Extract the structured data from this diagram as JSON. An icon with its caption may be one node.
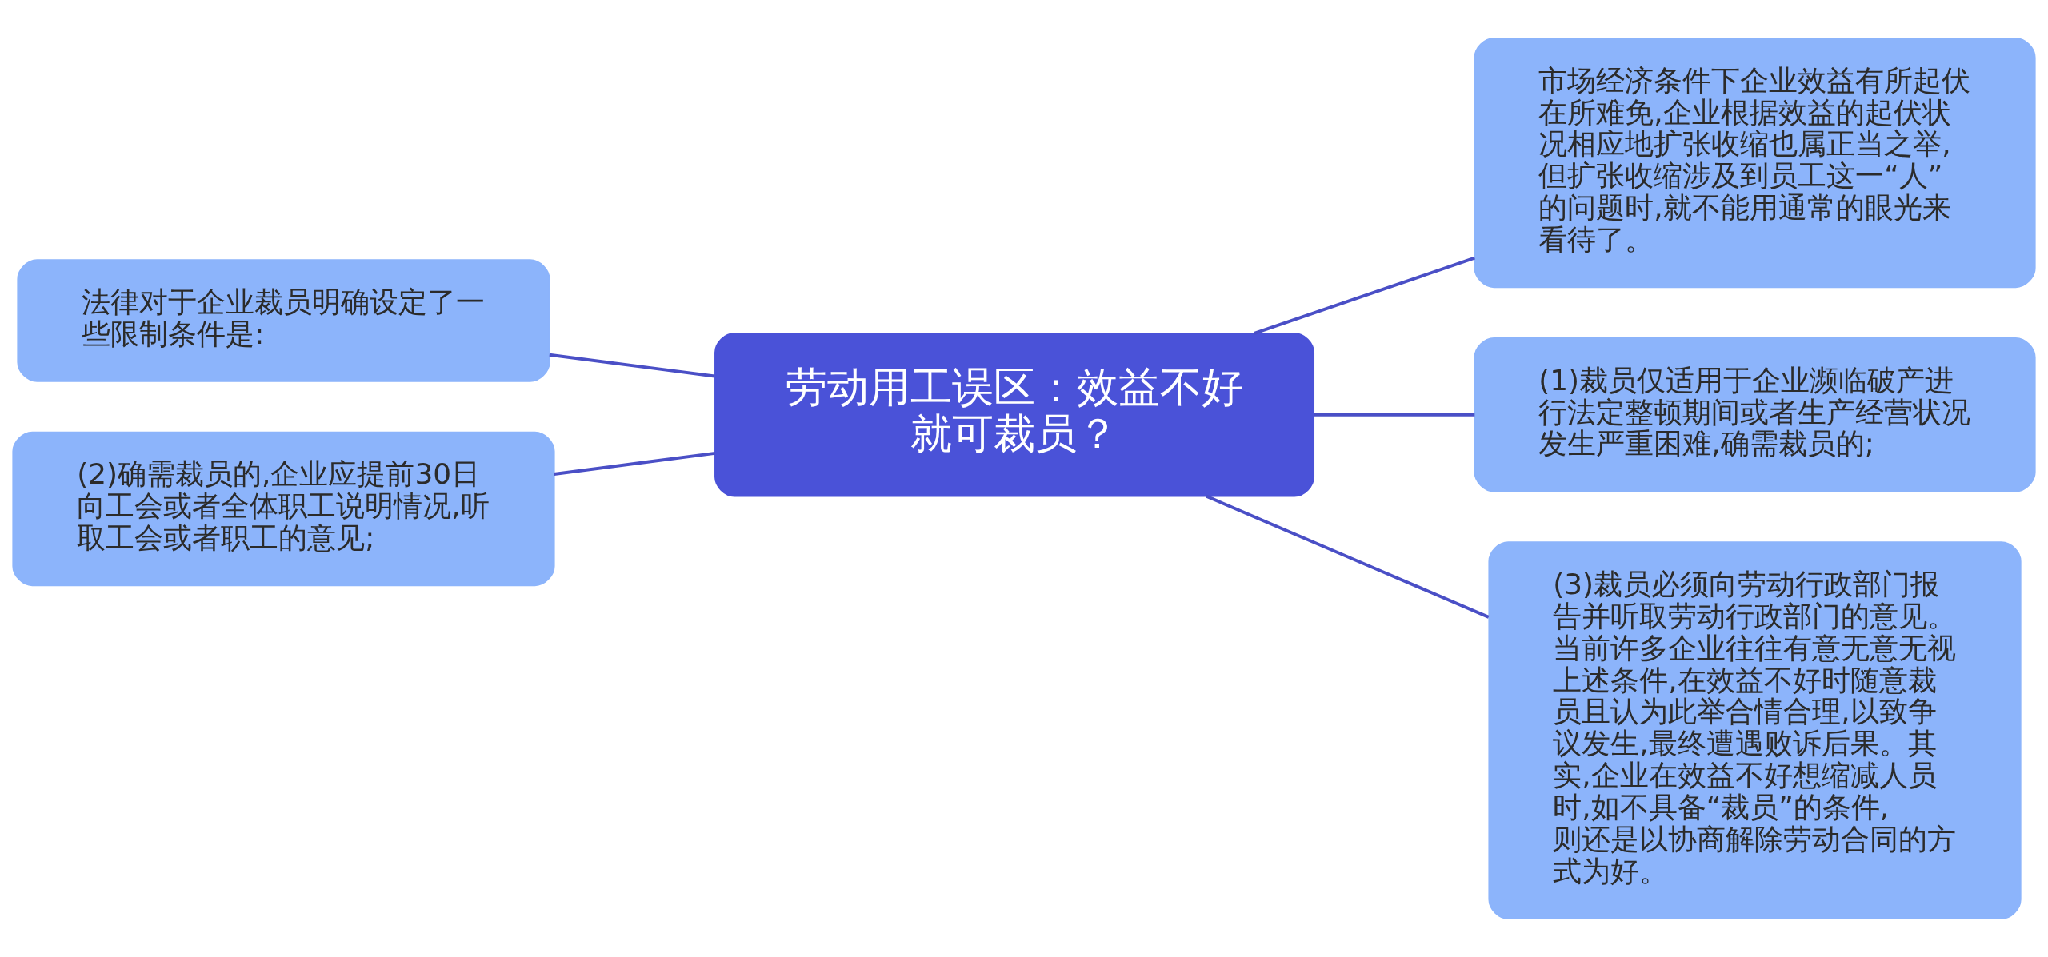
{
  "diagram": {
    "nodes": [
      {
        "text": [
          "劳动用工误区：效益不好就可裁员？"
        ]
      },
      {
        "text": [
          "市场经济条件下企业效益有所起伏在所难免,企业根据效益的起伏状况相应地扩张收缩也属正当之举,但扩张收缩涉及到员工这一“人”的问题时,就不能用通常的眼光来看待了。"
        ]
      },
      {
        "text": [
          "(1)裁员仅适用于企业濒临破产进行法定整顿期间或者生产经营状况发生严重困难,确需裁员的;"
        ]
      },
      {
        "text": [
          "(3)裁员必须向劳动行政部门报告并听取劳动行政部门的意见。当前许多企业往往有意无意无视上述条件,在效益不好时随意裁员且认为此举合情合理,以致争议发生,最终遭遇败诉后果。其实,企业在效益不好想缩减人员时,如不具备“裁员”的条件,则还是以协商解除劳动合同的方式为好。"
        ]
      },
      {
        "text": [
          "法律对于企业裁员明确设定了一些限制条件是:"
        ]
      },
      {
        "text": [
          "(2)确需裁员的,企业应提前30日向工会或者全体职工说明情况,听取工会或者职工的意见;"
        ]
      }
    ],
    "edges": [
      {
        "from": 0,
        "to": 1,
        "arrow": "none"
      },
      {
        "from": 0,
        "to": 2,
        "arrow": "none"
      },
      {
        "from": 0,
        "to": 3,
        "arrow": "none"
      },
      {
        "from": 4,
        "to": 0,
        "arrow": "none"
      },
      {
        "from": 5,
        "to": 0,
        "arrow": "none"
      }
    ]
  }
}
